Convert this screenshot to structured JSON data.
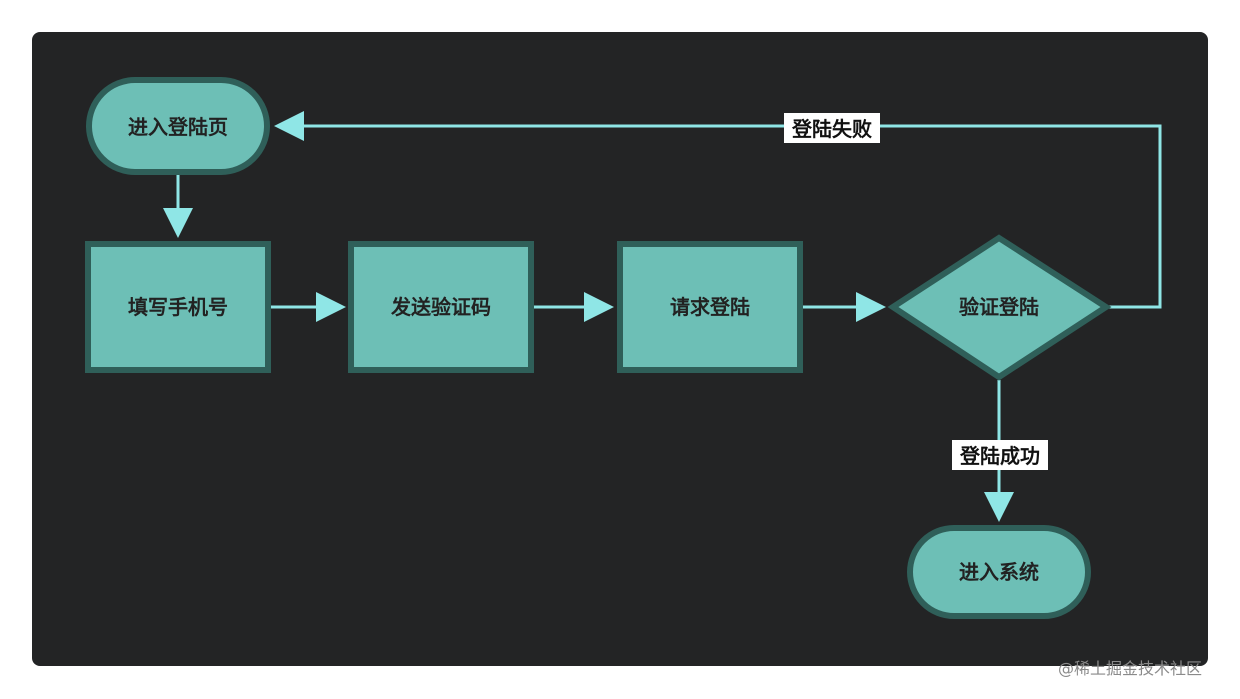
{
  "diagram": {
    "nodes": {
      "enter_login": "进入登陆页",
      "fill_phone": "填写手机号",
      "send_code": "发送验证码",
      "request_login": "请求登陆",
      "verify_login": "验证登陆",
      "enter_system": "进入系统"
    },
    "edges": {
      "fail_label": "登陆失败",
      "success_label": "登陆成功"
    }
  },
  "colors": {
    "background": "#232425",
    "node_fill": "#6dbfb6",
    "node_stroke": "#2f5f59",
    "arrow": "#8fe6e6"
  },
  "watermark": "@稀土掘金技术社区"
}
